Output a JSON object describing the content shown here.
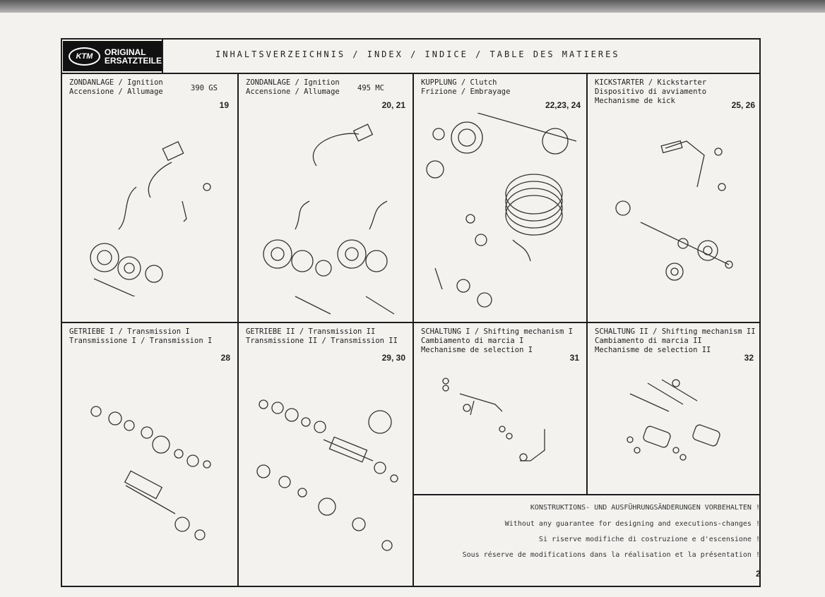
{
  "logo": {
    "line1": "ORIGINAL",
    "line2": "ERSATZTEILE",
    "mark": "KTM"
  },
  "header": {
    "title": "INHALTSVERZEICHNIS / INDEX / INDICE / TABLE DES MATIERES"
  },
  "sections": [
    {
      "line1": "ZONDANLAGE / Ignition",
      "line2": "Accensione / Allumage",
      "line3": "",
      "model": "390 GS",
      "pages": "19"
    },
    {
      "line1": "ZONDANLAGE / Ignition",
      "line2": "Accensione / Allumage",
      "line3": "",
      "model": "495 MC",
      "pages": "20, 21"
    },
    {
      "line1": "KUPPLUNG / Clutch",
      "line2": "Frizione / Embrayage",
      "line3": "",
      "model": "",
      "pages": "22,23, 24"
    },
    {
      "line1": "KICKSTARTER / Kickstarter",
      "line2": "Dispositivo di avviamento",
      "line3": "Mechanisme de kick",
      "model": "",
      "pages": "25, 26"
    },
    {
      "line1": "GETRIEBE I / Transmission I",
      "line2": "Transmissione I / Transmission I",
      "line3": "",
      "model": "",
      "pages": "28"
    },
    {
      "line1": "GETRIEBE II / Transmission II",
      "line2": "Transmissione II / Transmission II",
      "line3": "",
      "model": "",
      "pages": "29, 30"
    },
    {
      "line1": "SCHALTUNG I / Shifting mechanism I",
      "line2": "Cambiamento di marcia I",
      "line3": "Mechanisme de selection I",
      "model": "",
      "pages": "31"
    },
    {
      "line1": "SCHALTUNG II / Shifting mechanism II",
      "line2": "Cambiamento di marcia II",
      "line3": "Mechanisme de selection II",
      "model": "",
      "pages": "32"
    }
  ],
  "notes": [
    "KONSTRUKTIONS- UND AUSFÜHRUNGSÄNDERUNGEN VORBEHALTEN !",
    "Without any guarantee for designing and executions-changes !",
    "Si riserve modifiche di costruzione e d'escensione !",
    "Sous réserve de modifications dans la réalisation et la présentation !"
  ],
  "page_number": "2",
  "colors": {
    "ink": "#1d1d1d",
    "paper": "#f3f2ef"
  }
}
